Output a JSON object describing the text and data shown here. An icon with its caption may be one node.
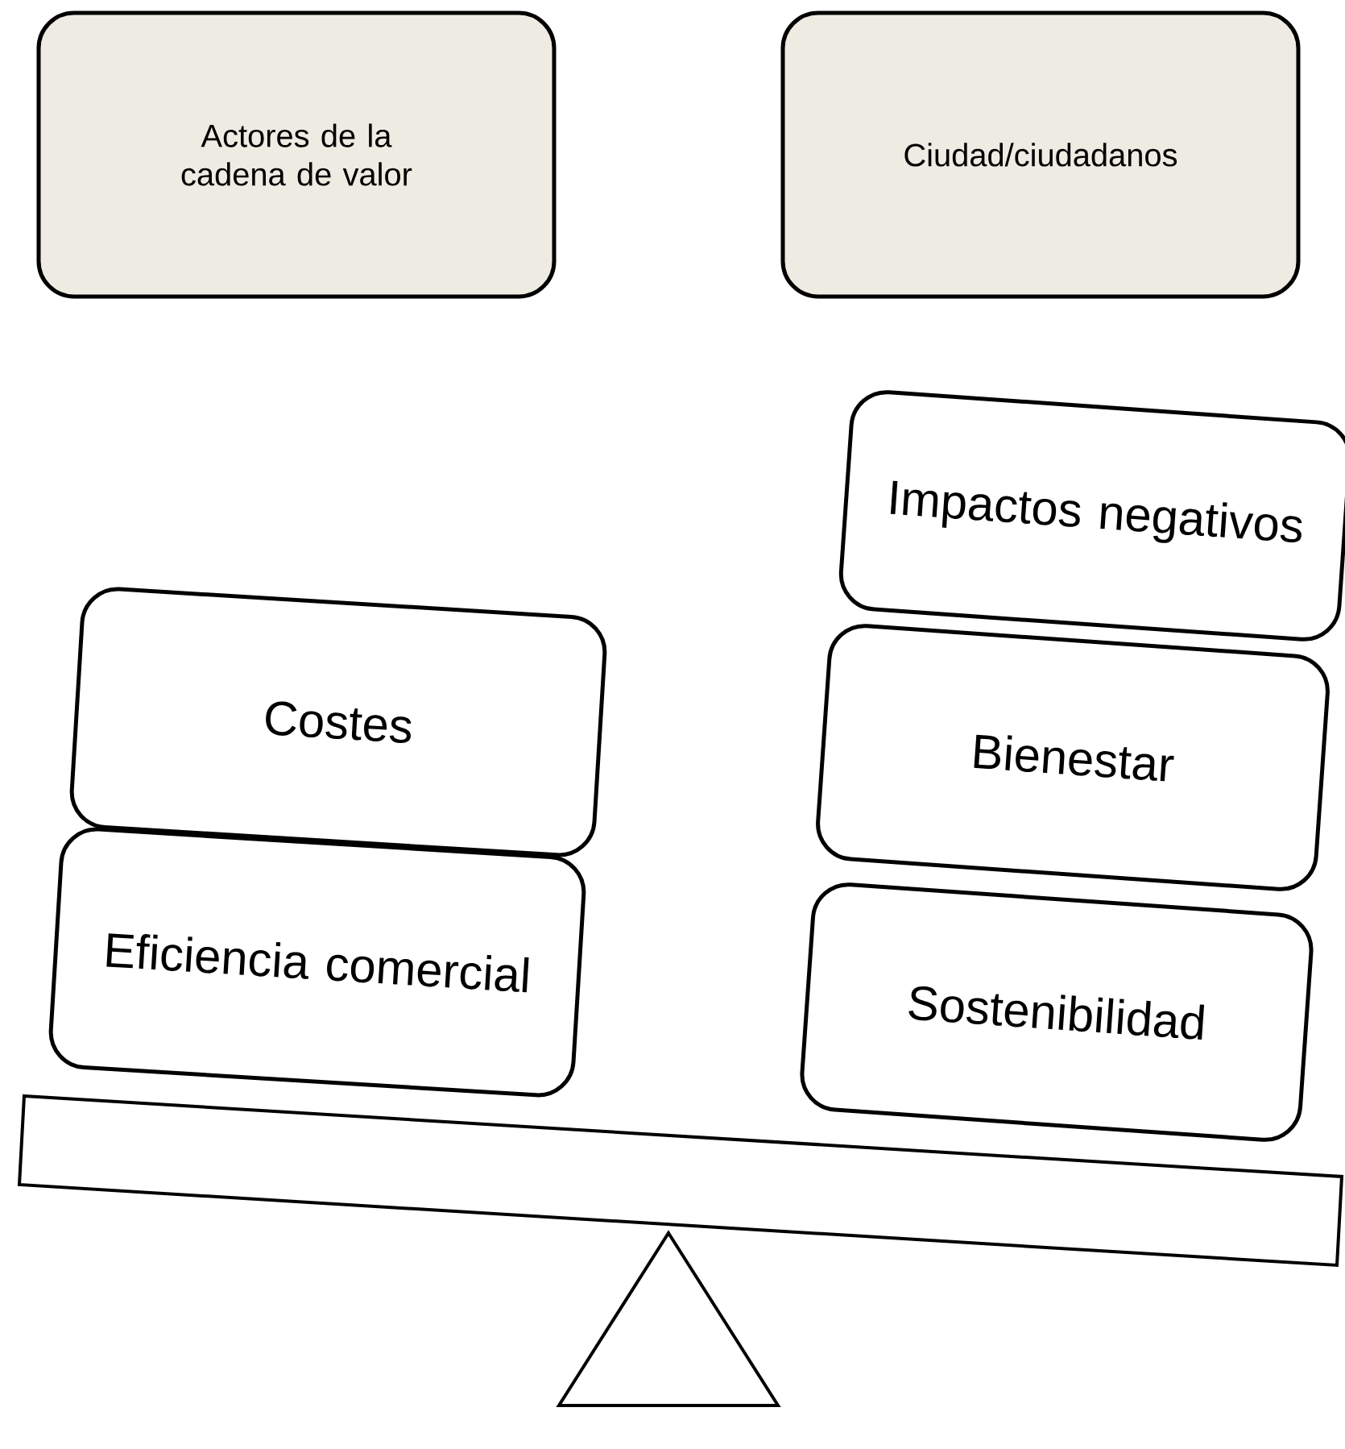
{
  "diagram": {
    "nodes": [
      {
        "text": [
          "Actores de la cadena de valor"
        ]
      },
      {
        "text": [
          "Ciudad/ciudadanos"
        ]
      },
      {
        "text": [
          "Costes"
        ]
      },
      {
        "text": [
          "Eficiencia comercial"
        ]
      },
      {
        "text": [
          "Impactos negativos"
        ]
      },
      {
        "text": [
          "Bienestar"
        ]
      },
      {
        "text": [
          "Sostenibilidad"
        ]
      }
    ]
  }
}
